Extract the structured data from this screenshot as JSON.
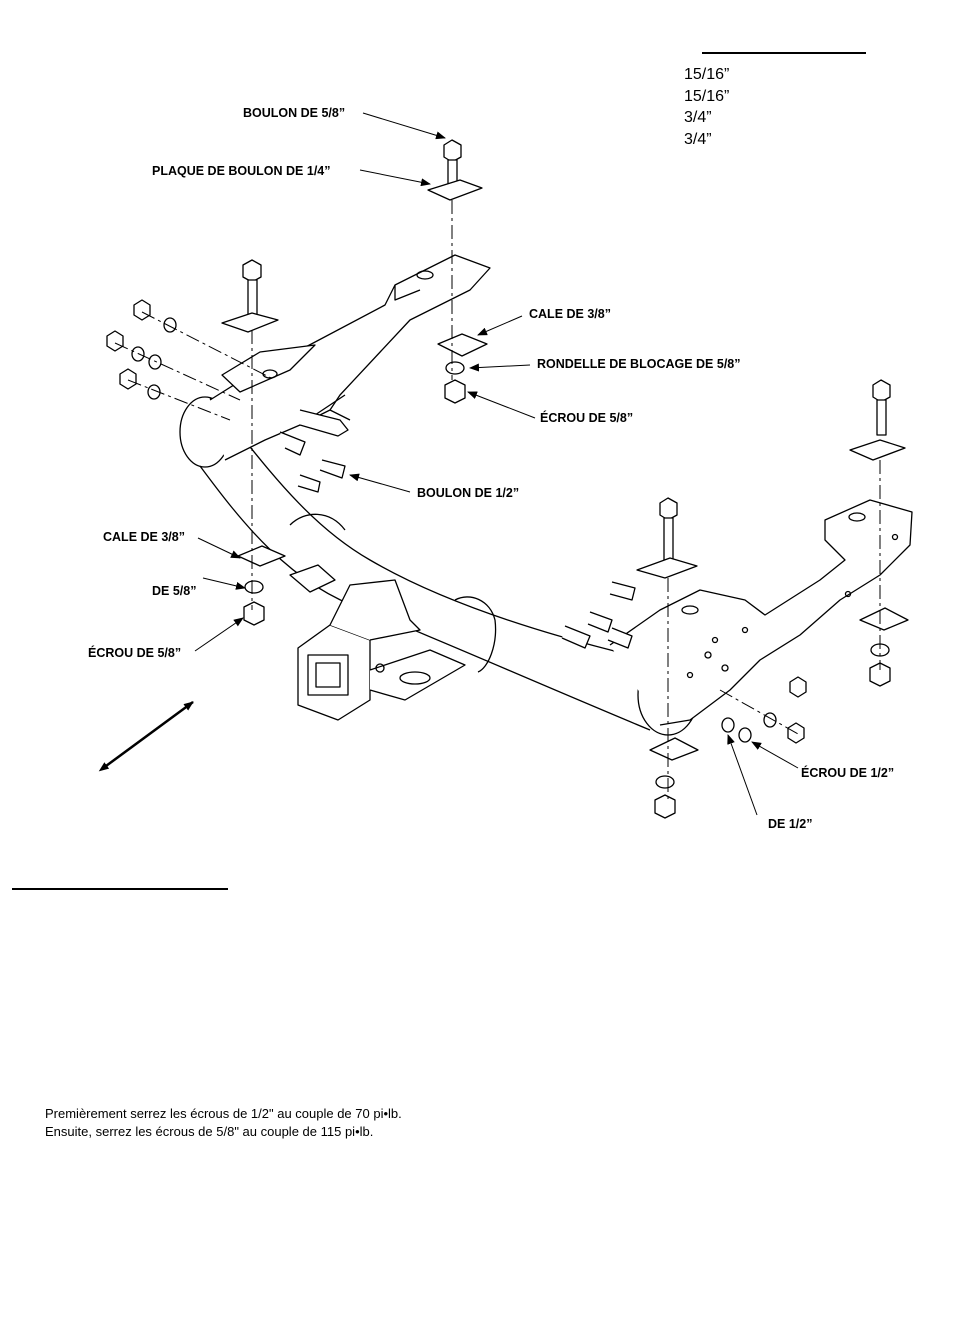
{
  "socket_sizes": [
    "15/16”",
    "15/16”",
    "3/4”",
    "3/4”"
  ],
  "labels": {
    "bolt_58_top": "BOULON DE 5/8”",
    "plate_14": "PLAQUE DE BOULON DE 1/4”",
    "spacer_38_right": "CALE DE 3/8”",
    "lockwasher_58": "RONDELLE DE BLOCAGE DE 5/8”",
    "nut_58_right": "ÉCROU DE 5/8”",
    "bolt_12": "BOULON DE 1/2”",
    "spacer_38_left": "CALE DE 3/8”",
    "de_58": "DE 5/8”",
    "nut_58_left": "ÉCROU DE 5/8”",
    "nut_12": "ÉCROU DE 1/2”",
    "de_12": "DE 1/2”"
  },
  "torque": {
    "line1": "Premièrement serrez les écrous de 1/2\" au couple de 70 pi•lb.",
    "line2": "Ensuite, serrez les écrous de 5/8\" au couple de 115 pi•lb."
  }
}
